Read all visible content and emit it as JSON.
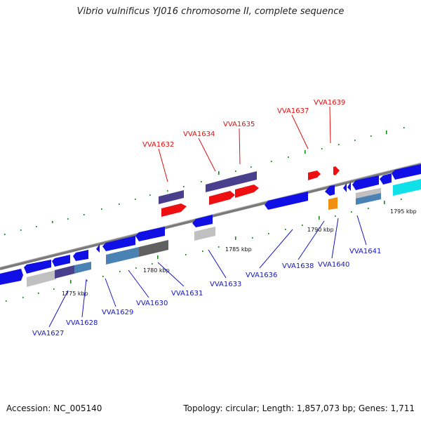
{
  "title": "Vibrio vulnificus YJ016 chromosome II, complete sequence",
  "footer": {
    "accession": "Accession: NC_005140",
    "topology": "Topology: circular; Length: 1,857,073 bp; Genes: 1,711"
  },
  "colors": {
    "blue": "#1010e6",
    "red": "#ee1010",
    "purple": "#4a3f8c",
    "steel": "#4a82b4",
    "gray_light": "#c0c0c0",
    "gray_dark": "#606060",
    "orange": "#f09010",
    "cyan": "#10e0e8",
    "backbone": "#7a7a7a",
    "tick": "#1a8a1a",
    "label_blue": "#1414c8",
    "label_red": "#e01010"
  },
  "scale_labels": [
    "1775 kbp",
    "1780 kbp",
    "1785 kbp",
    "1790 kbp",
    "1795 kbp"
  ],
  "genes_top": [
    "VVA1632",
    "VVA1634",
    "VVA1635",
    "VVA1637",
    "VVA1639"
  ],
  "genes_bottom": [
    "VVA1627",
    "VVA1628",
    "VVA1629",
    "VVA1630",
    "VVA1631",
    "VVA1633",
    "VVA1636",
    "VVA1638",
    "VVA1640",
    "VVA1641"
  ]
}
